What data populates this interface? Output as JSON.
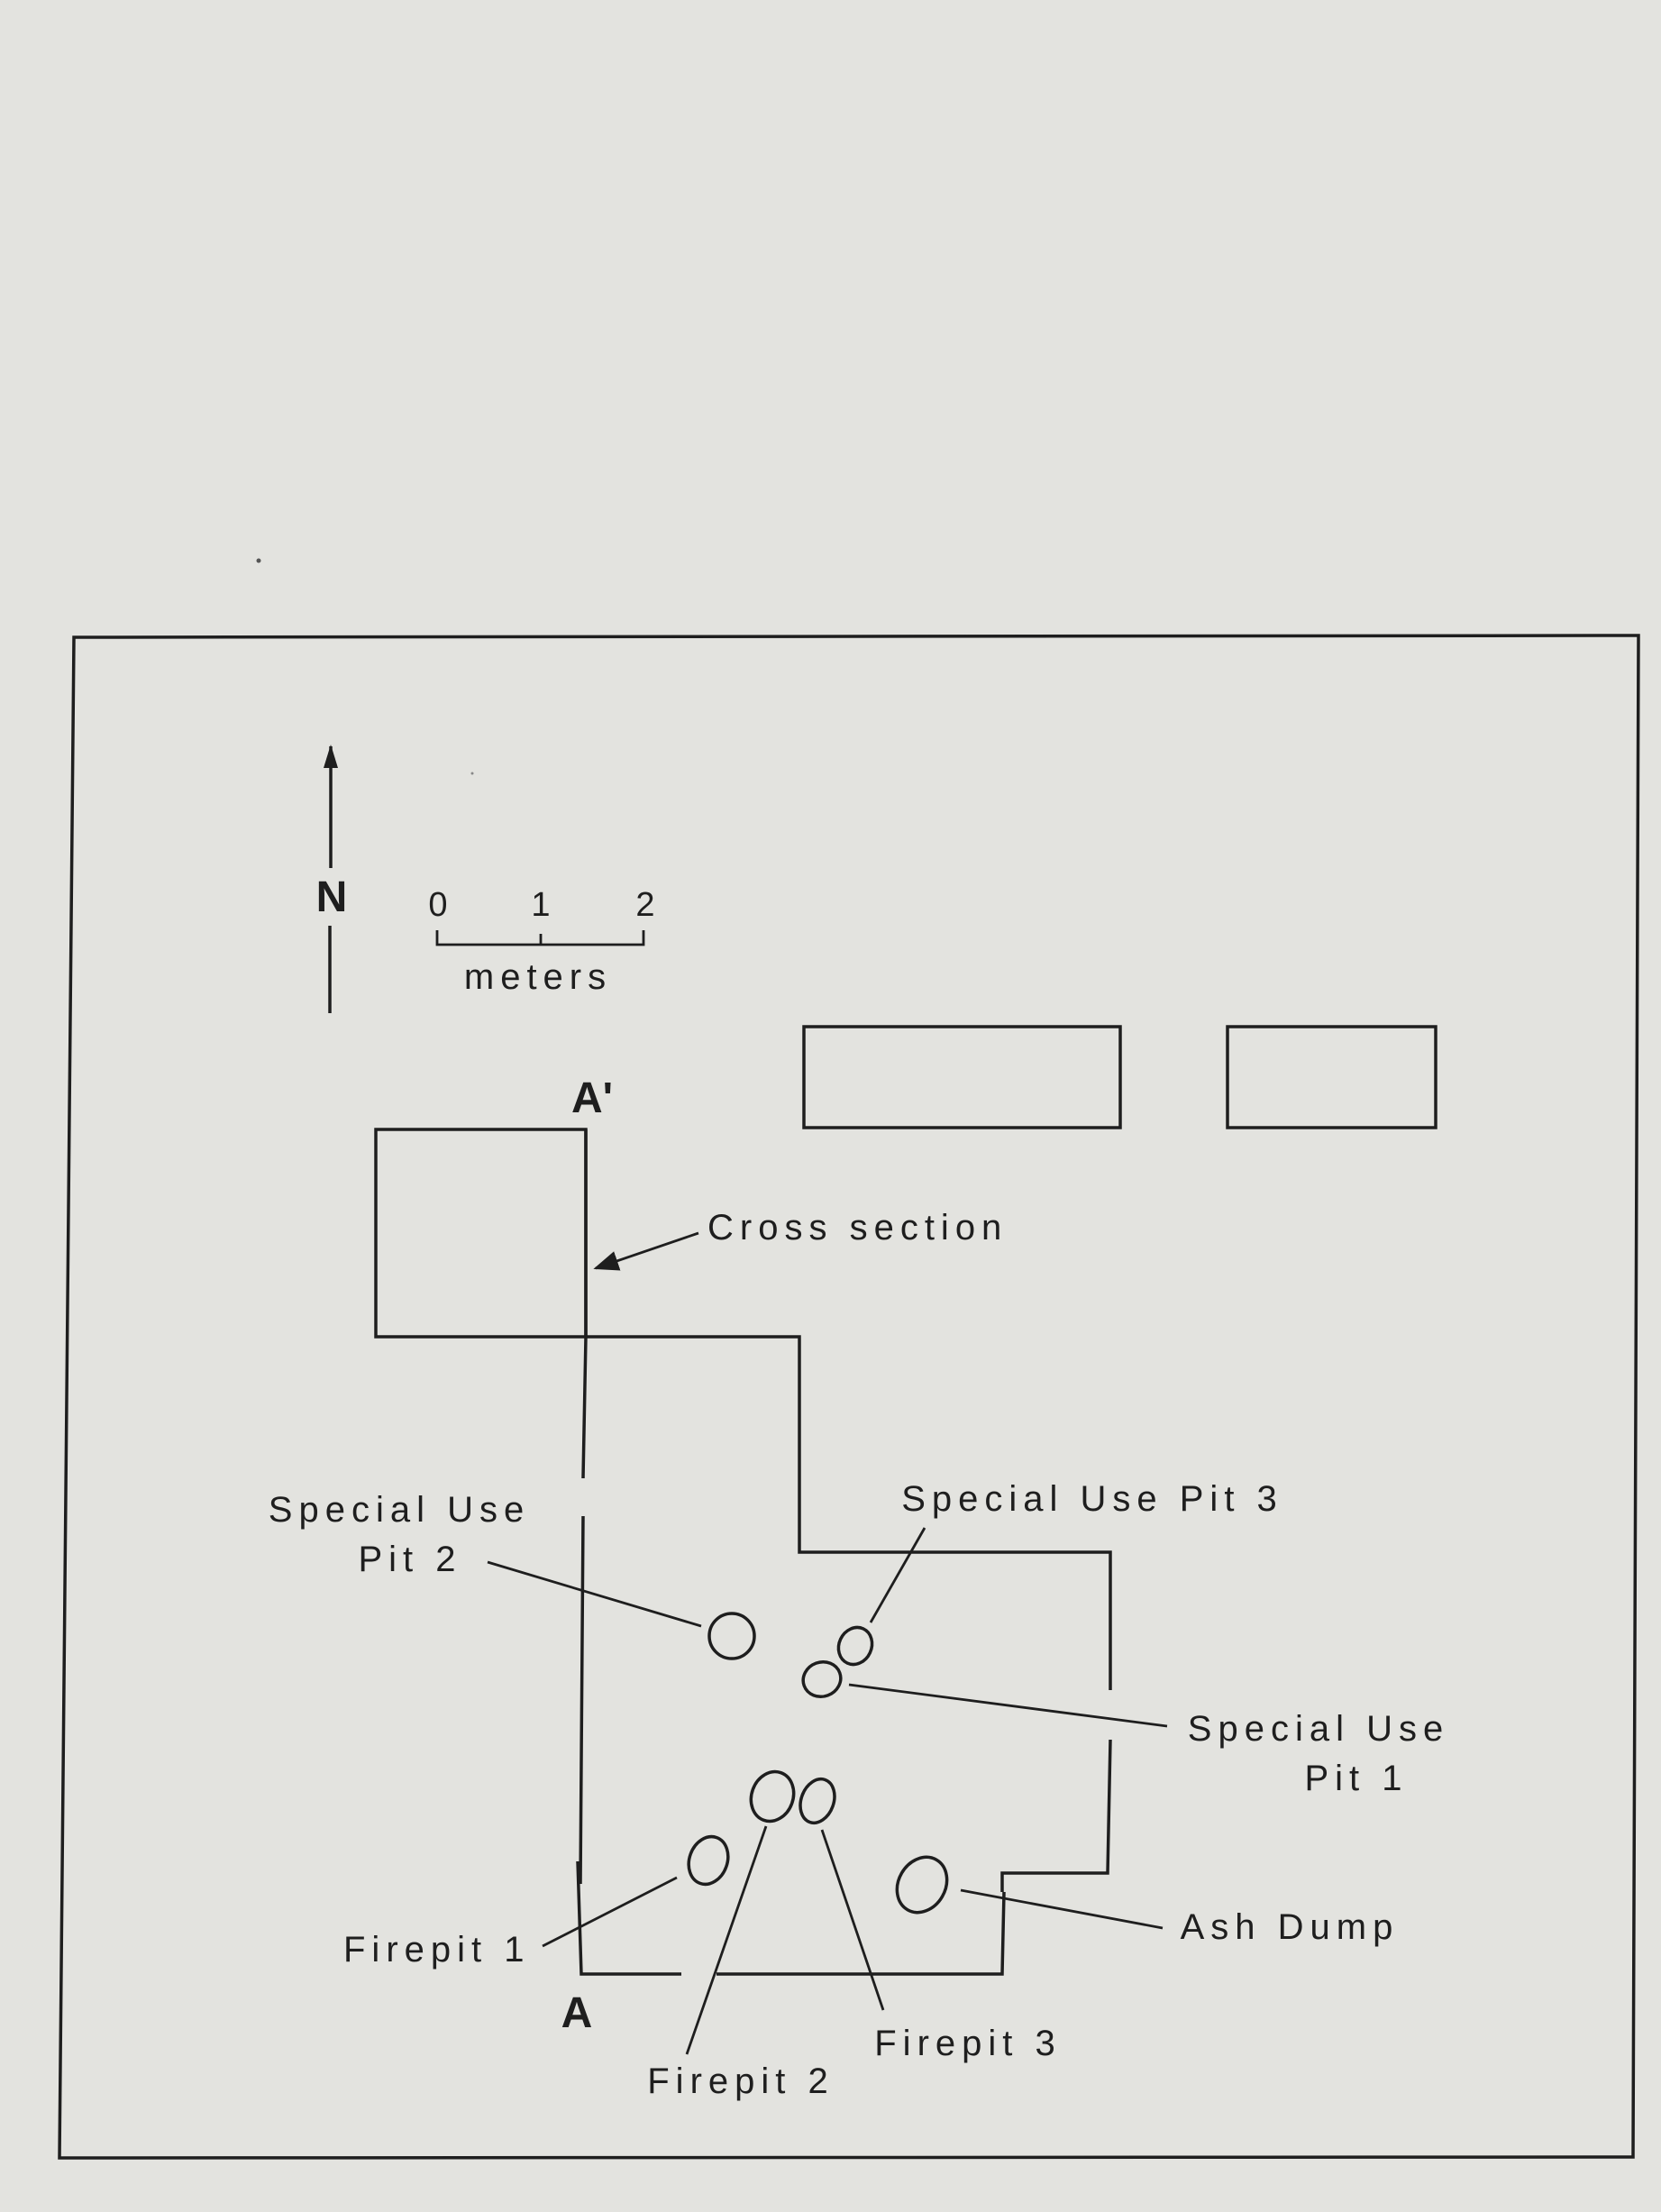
{
  "north": {
    "letter": "N"
  },
  "scale": {
    "ticks": [
      "0",
      "1",
      "2"
    ],
    "unit": "meters"
  },
  "section": {
    "start": "A",
    "end": "A'"
  },
  "labels": {
    "cross_section": "Cross section",
    "special_use_pit_1": [
      "Special Use",
      "Pit 1"
    ],
    "special_use_pit_2": [
      "Special Use",
      "Pit 2"
    ],
    "special_use_pit_3": "Special Use Pit 3",
    "firepit_1": "Firepit 1",
    "firepit_2": "Firepit 2",
    "firepit_3": "Firepit 3",
    "ash_dump": "Ash Dump"
  },
  "colors": {
    "paper": "#e3e3df",
    "ink": "#1e1e1e"
  }
}
